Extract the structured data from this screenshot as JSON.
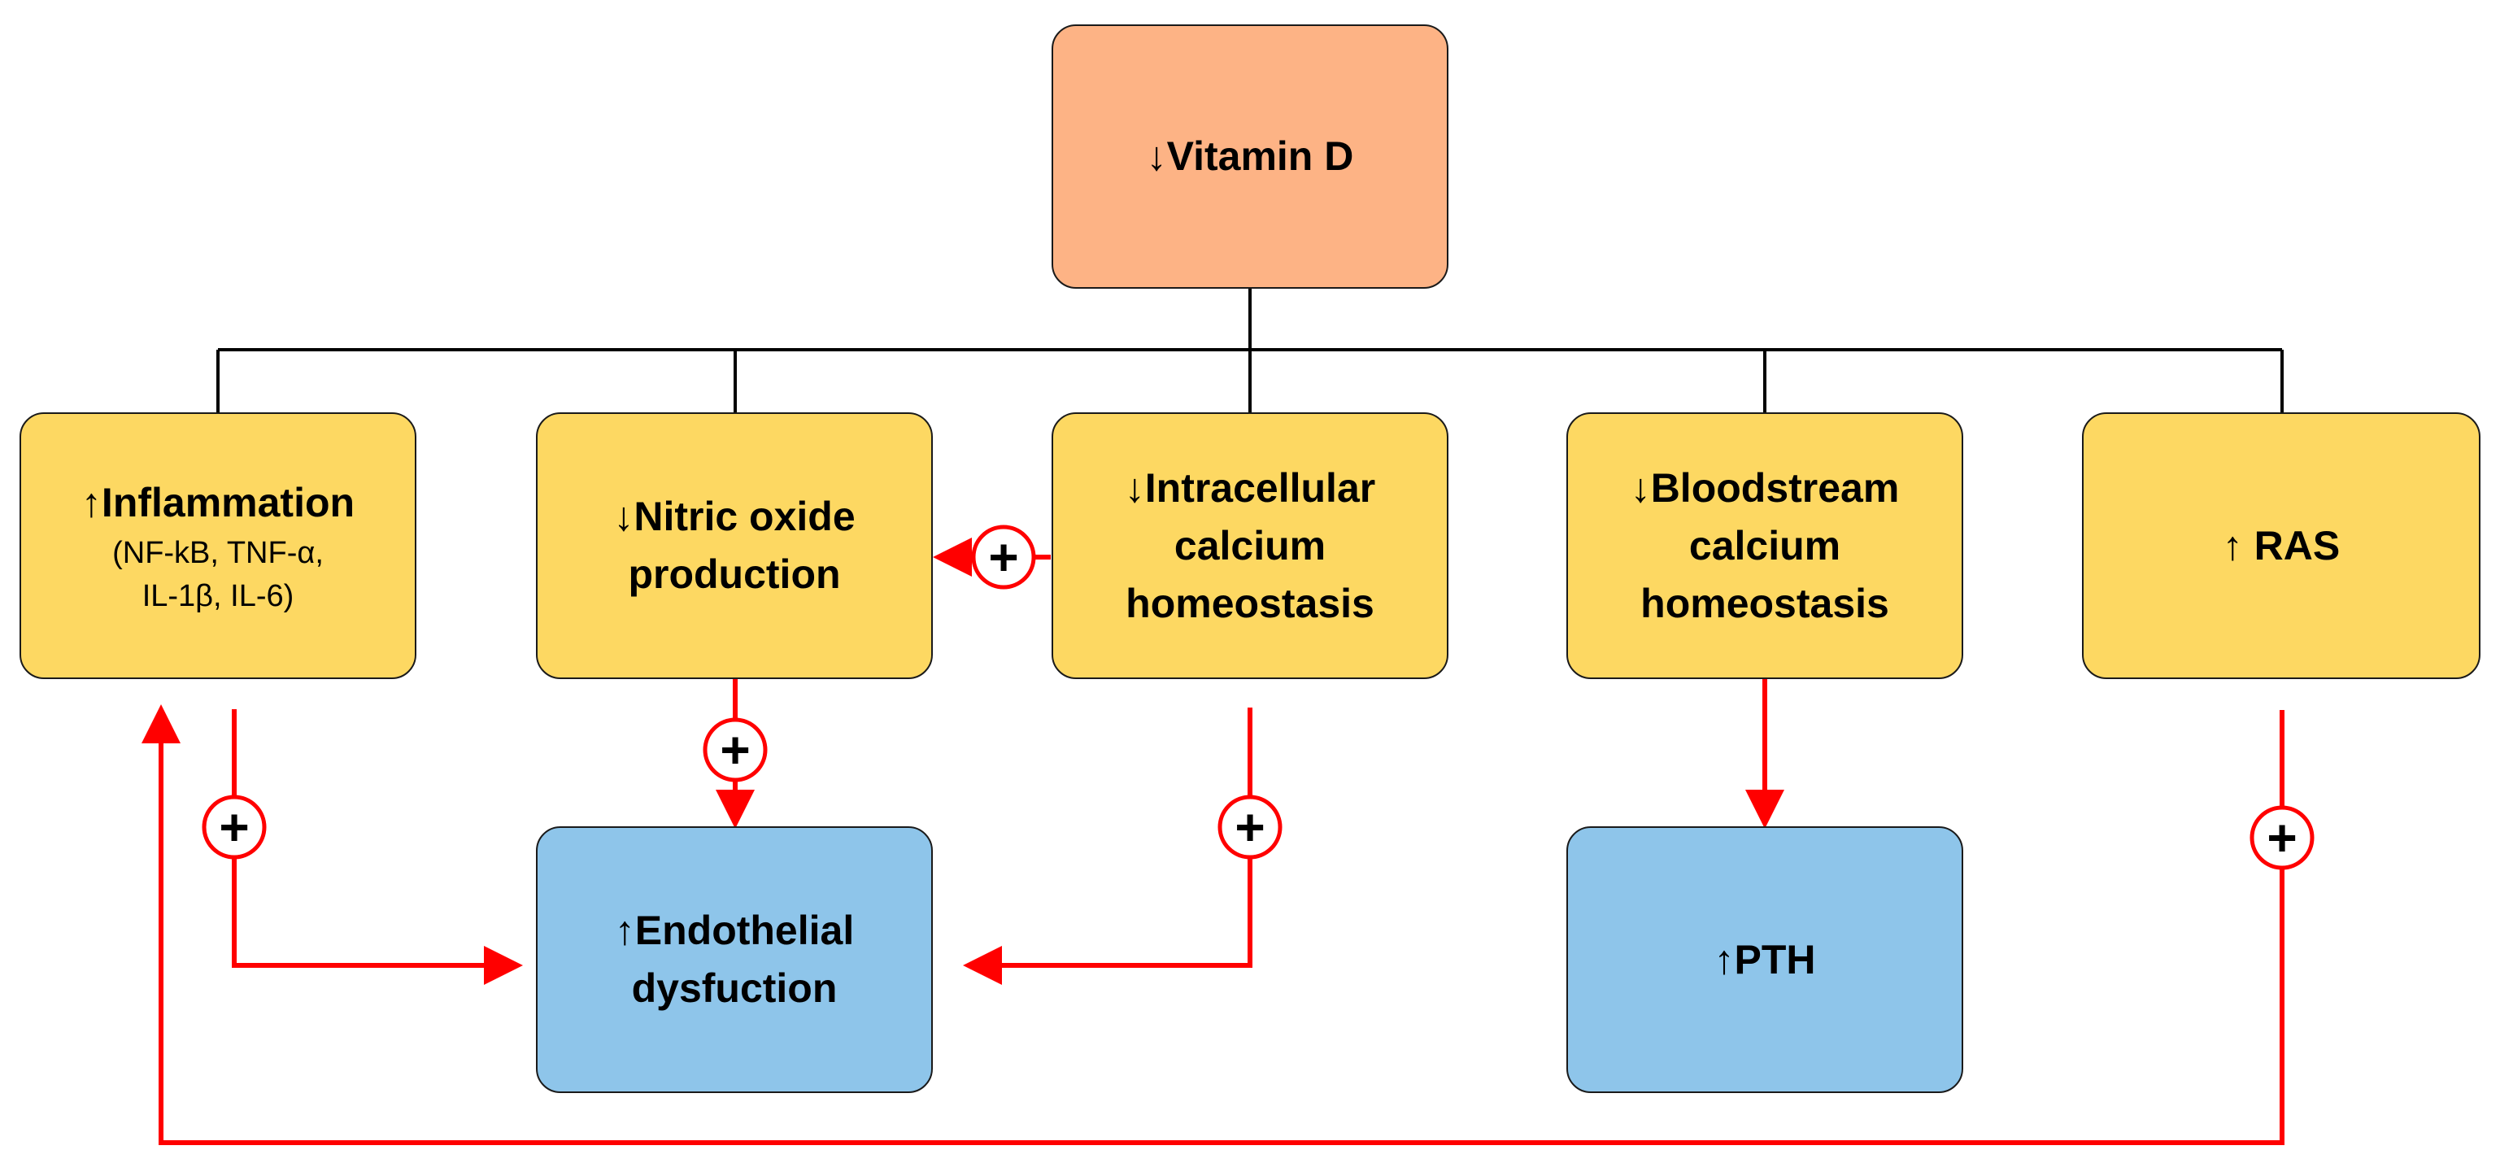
{
  "colors": {
    "root_fill": "#FDB385",
    "effect_fill": "#FDD862",
    "outcome_fill": "#8EC5EA",
    "connector": "#000000",
    "arrow": "#FF0000",
    "plus_fill": "#FFFFFF"
  },
  "nodes": {
    "vitamin_d": {
      "lines": [
        "↓Vitamin D"
      ]
    },
    "inflammation": {
      "lines": [
        "↑Inflammation"
      ],
      "sub_lines": [
        "(NF-kB, TNF-α,",
        "IL-1β, IL-6)"
      ]
    },
    "nitric_oxide": {
      "lines": [
        "↓Nitric oxide",
        "production"
      ]
    },
    "intracellular_calcium": {
      "lines": [
        "↓Intracellular",
        "calcium",
        "homeostasis"
      ]
    },
    "bloodstream_calcium": {
      "lines": [
        "↓Bloodstream",
        "calcium",
        "homeostasis"
      ]
    },
    "ras": {
      "lines": [
        "↑ RAS"
      ]
    },
    "endothelial": {
      "lines": [
        "↑Endothelial",
        "dysfuction"
      ]
    },
    "pth": {
      "lines": [
        "↑PTH"
      ]
    }
  },
  "plus_sign": "+"
}
